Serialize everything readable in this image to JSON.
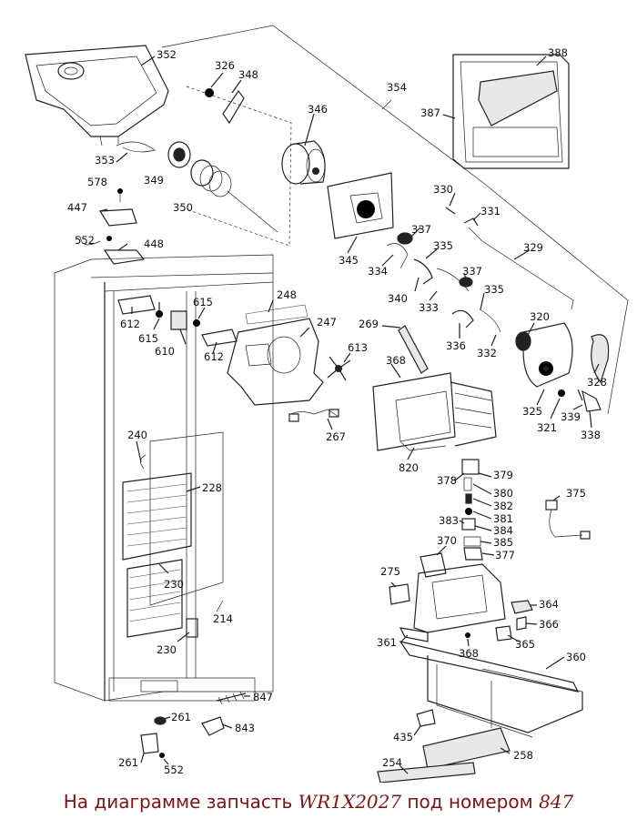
{
  "labels": {
    "l352": "352",
    "l326": "326",
    "l348": "348",
    "l354": "354",
    "l388": "388",
    "l387": "387",
    "l346": "346",
    "l353": "353",
    "l349": "349",
    "l350": "350",
    "l578": "578",
    "l447": "447",
    "l552a": "552",
    "l448": "448",
    "l330": "330",
    "l331": "331",
    "l345": "345",
    "l337a": "337",
    "l335a": "335",
    "l329": "329",
    "l334": "334",
    "l340": "340",
    "l333": "333",
    "l337b": "337",
    "l335b": "335",
    "l248": "248",
    "l615a": "615",
    "l612a": "612",
    "l615b": "615",
    "l610": "610",
    "l612b": "612",
    "l247": "247",
    "l269": "269",
    "l320": "320",
    "l336": "336",
    "l332": "332",
    "l613": "613",
    "l368a": "368",
    "l328": "328",
    "l325": "325",
    "l321": "321",
    "l339": "339",
    "l338": "338",
    "l267": "267",
    "l240": "240",
    "l228": "228",
    "l820": "820",
    "l378": "378",
    "l379": "379",
    "l375": "375",
    "l380": "380",
    "l382": "382",
    "l381": "381",
    "l383": "383",
    "l384": "384",
    "l385": "385",
    "l370": "370",
    "l377": "377",
    "l275": "275",
    "l230a": "230",
    "l364": "364",
    "l214": "214",
    "l366": "366",
    "l361": "361",
    "l230b": "230",
    "l368b": "368",
    "l365": "365",
    "l360": "360",
    "l847": "847",
    "l261a": "261",
    "l843": "843",
    "l435": "435",
    "l261b": "261",
    "l552b": "552",
    "l258": "258",
    "l254": "254"
  },
  "caption": {
    "prefix": "На диаграмме запчасть",
    "part_number": "WR1X2027",
    "middle": "под номером",
    "ref_number": "847"
  }
}
